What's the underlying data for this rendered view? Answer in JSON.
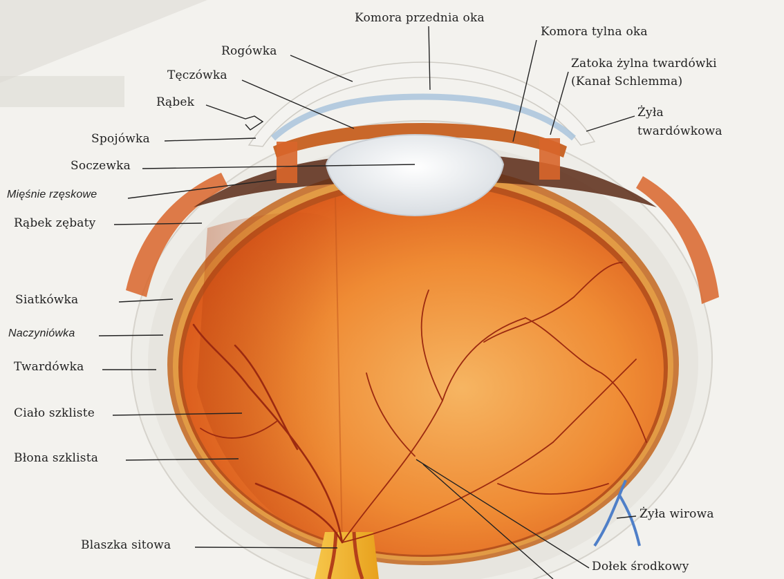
{
  "labels": {
    "komora_przednia": "Komora przednia oka",
    "komora_tylna": "Komora tylna oka",
    "zatoka_line1": "Zatoka żylna twardówki",
    "zatoka_line2": "(Kanał Schlemma)",
    "zyla_tw_line1": "Żyła",
    "zyla_tw_line2": "twardówkowa",
    "rogowka": "Rogówka",
    "teczowka": "Tęczówka",
    "rabek": "Rąbek",
    "spojowka": "Spojówka",
    "soczewka": "Soczewka",
    "miesnie": "Mięśnie rzęskowe",
    "rabek_zebaty": "Rąbek zębaty",
    "siatkowka": "Siatkówka",
    "naczyniowka": "Naczyniówka",
    "twardowka": "Twardówka",
    "cialo_szkliste": "Ciało szkliste",
    "blona_szklista": "Błona szklista",
    "blaszka_sitowa": "Blaszka sitowa",
    "zyla_wirowa": "Żyła wirowa",
    "dolek_srodkowy": "Dołek środkowy"
  },
  "colors": {
    "background": "#f3f2ee",
    "sclera": "#ecebe6",
    "vitreous": "#e9701e",
    "vitreous_light": "#f3b055",
    "retina_vessel": "#9c2a10",
    "lens": "#eef0f2",
    "iris": "#c9672a",
    "cornea_blue": "#a9c4dc",
    "optic_nerve": "#f1b82b",
    "muscle": "#d8652a",
    "leader": "#222222"
  }
}
